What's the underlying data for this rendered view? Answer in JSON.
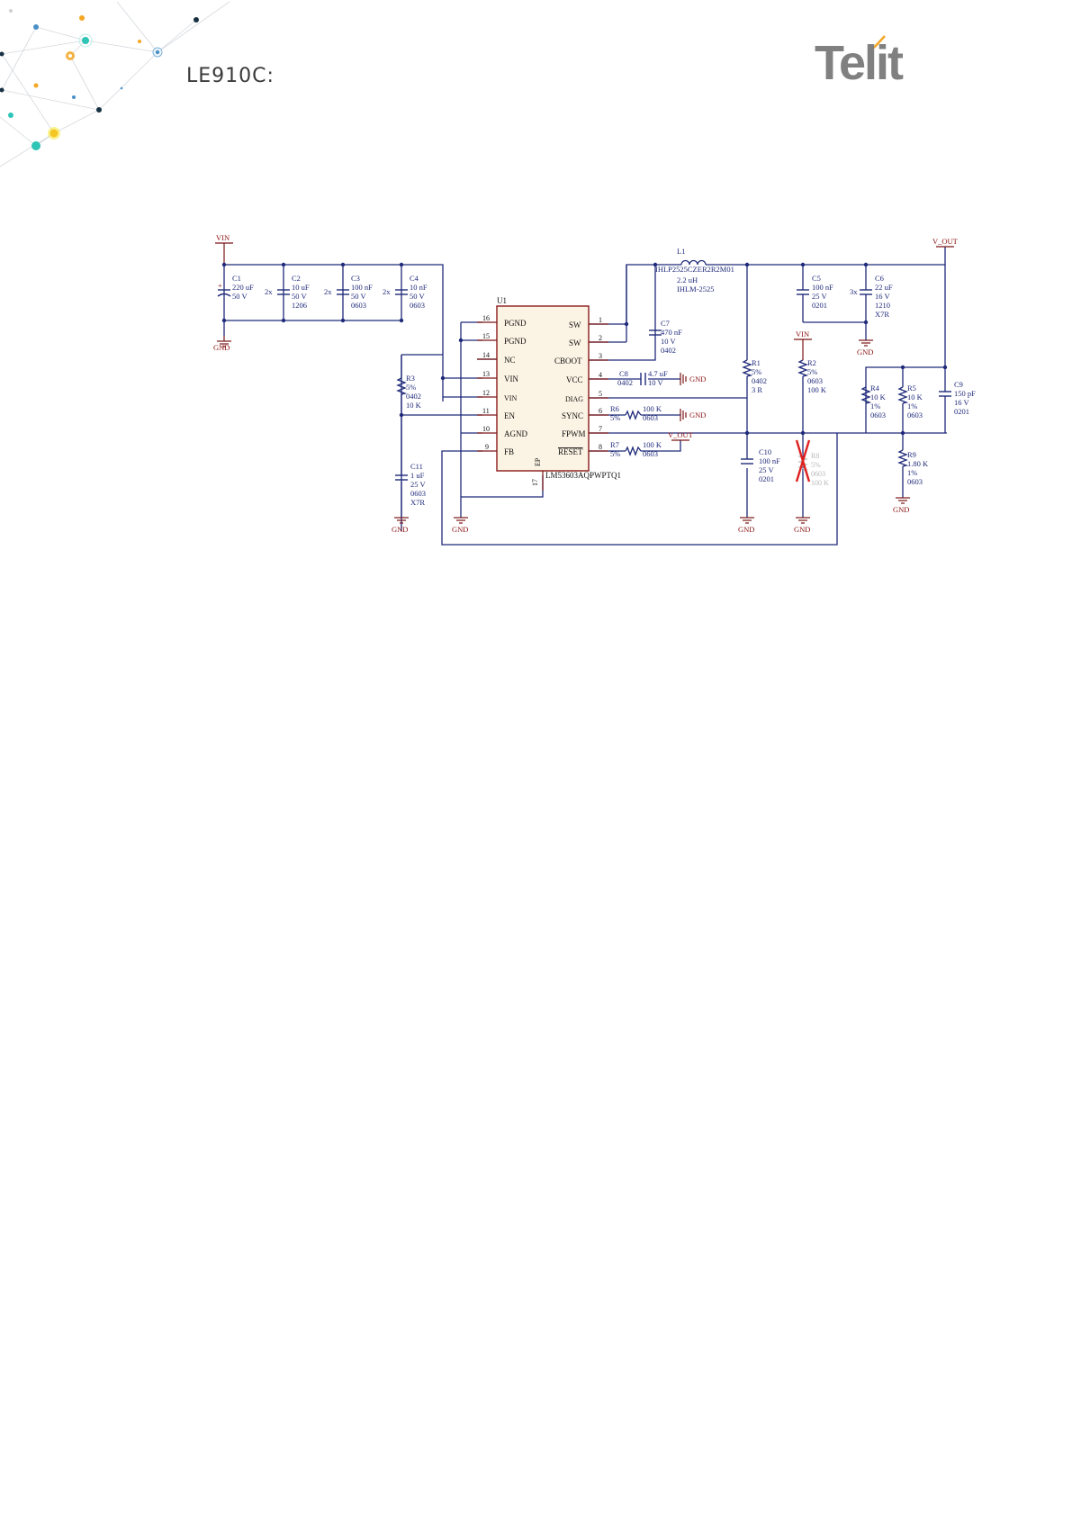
{
  "header": {
    "doc_title": "LE910C:",
    "brand": "Telit",
    "brand_color": "#7d7d7d",
    "accent_color": "#f5a623"
  },
  "schematic": {
    "nets": {
      "vin": "VIN",
      "vout": "V_OUT",
      "gnd": "GND"
    },
    "ic": {
      "ref": "U1",
      "part": "LM53603AQPWPTQ1",
      "pins_left": [
        {
          "num": "16",
          "name": "PGND"
        },
        {
          "num": "15",
          "name": "PGND"
        },
        {
          "num": "14",
          "name": "NC"
        },
        {
          "num": "13",
          "name": "VIN"
        },
        {
          "num": "12",
          "name": "VIN"
        },
        {
          "num": "11",
          "name": "EN"
        },
        {
          "num": "10",
          "name": "AGND"
        },
        {
          "num": "9",
          "name": "FB"
        }
      ],
      "pins_right": [
        {
          "num": "1",
          "name": "SW"
        },
        {
          "num": "2",
          "name": "SW"
        },
        {
          "num": "3",
          "name": "CBOOT"
        },
        {
          "num": "4",
          "name": "VCC"
        },
        {
          "num": "5",
          "name": "DIAG"
        },
        {
          "num": "6",
          "name": "SYNC"
        },
        {
          "num": "7",
          "name": "FPWM"
        },
        {
          "num": "8",
          "name": "RESET"
        }
      ],
      "ep_label": "EP",
      "ep_pin": "17"
    },
    "components": {
      "C1": {
        "ref": "C1",
        "lines": [
          "220 uF",
          "50 V"
        ],
        "mult": ""
      },
      "C2": {
        "ref": "C2",
        "lines": [
          "10 uF",
          "50 V",
          "1206"
        ],
        "mult": "2x"
      },
      "C3": {
        "ref": "C3",
        "lines": [
          "100 nF",
          "50 V",
          "0603"
        ],
        "mult": "2x"
      },
      "C4": {
        "ref": "C4",
        "lines": [
          "10 nF",
          "50 V",
          "0603"
        ],
        "mult": "2x"
      },
      "L1": {
        "ref": "L1",
        "lines": [
          "IHLP2525CZER2R2M01",
          "2.2 uH",
          "IHLM-2525"
        ]
      },
      "C5": {
        "ref": "C5",
        "lines": [
          "100 nF",
          "25 V",
          "0201"
        ]
      },
      "C6": {
        "ref": "C6",
        "lines": [
          "22 uF",
          "16 V",
          "1210",
          "X7R"
        ],
        "mult": "3x"
      },
      "C7": {
        "ref": "C7",
        "lines": [
          "470 nF",
          "10 V",
          "0402"
        ]
      },
      "C8": {
        "ref": "C8",
        "lines": [
          "0402"
        ],
        "value": "4.7 uF",
        "rating": "10 V"
      },
      "R6": {
        "ref": "R6",
        "tol": "5%",
        "value": "100 K",
        "pkg": "0603"
      },
      "R7": {
        "ref": "R7",
        "tol": "5%",
        "value": "100 K",
        "pkg": "0603"
      },
      "R1": {
        "ref": "R1",
        "lines": [
          "5%",
          "0402",
          "3 R"
        ]
      },
      "R2": {
        "ref": "R2",
        "lines": [
          "5%",
          "0603",
          "100 K"
        ]
      },
      "R3": {
        "ref": "R3",
        "lines": [
          "5%",
          "0402",
          "10 K"
        ]
      },
      "R4": {
        "ref": "R4",
        "lines": [
          "10 K",
          "1%",
          "0603"
        ]
      },
      "R5": {
        "ref": "R5",
        "lines": [
          "10 K",
          "1%",
          "0603"
        ]
      },
      "R9": {
        "ref": "R9",
        "lines": [
          "1.80 K",
          "1%",
          "0603"
        ]
      },
      "C9": {
        "ref": "C9",
        "lines": [
          "150 pF",
          "16 V",
          "0201"
        ]
      },
      "C10": {
        "ref": "C10",
        "lines": [
          "100 nF",
          "25 V",
          "0201"
        ]
      },
      "C11": {
        "ref": "C11",
        "lines": [
          "1 uF",
          "25 V",
          "0603",
          "X7R"
        ]
      },
      "R8_dnp": {
        "lines": [
          "R8",
          "5%",
          "0603",
          "100 K"
        ]
      }
    }
  }
}
